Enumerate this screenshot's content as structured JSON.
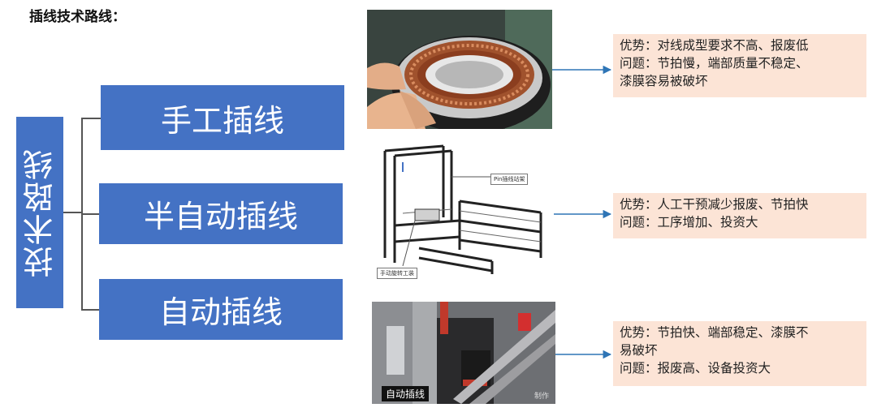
{
  "title": "插线技术路线：",
  "root": {
    "label": "技术路线"
  },
  "branches": [
    {
      "label": "手工插线"
    },
    {
      "label": "半自动插线"
    },
    {
      "label": "自动插线"
    }
  ],
  "notes": [
    {
      "lines": [
        "优势：对线成型要求不高、报废低",
        "问题：节拍慢，端部质量不稳定、",
        "漆膜容易被破坏"
      ]
    },
    {
      "lines": [
        "优势：人工干预减少报废、节拍快",
        "问题：工序增加、投资大"
      ]
    },
    {
      "lines": [
        "优势：节拍快、端部稳定、漆膜不",
        "易破坏",
        "问题：报废高、设备投资大"
      ]
    }
  ],
  "images": {
    "manual": {
      "icon": "stator-winding-photo"
    },
    "semi": {
      "icon": "machine-drawing",
      "label_top": "Pin插线站架",
      "label_bottom": "手动旋转工装"
    },
    "auto": {
      "icon": "automatic-machine-photo",
      "caption": "自动插线",
      "watermark": "制作"
    }
  },
  "colors": {
    "box": "#4472c4",
    "note_bg": "#fce4d6",
    "arrow": "#2e75b6",
    "connector": "#555555"
  }
}
